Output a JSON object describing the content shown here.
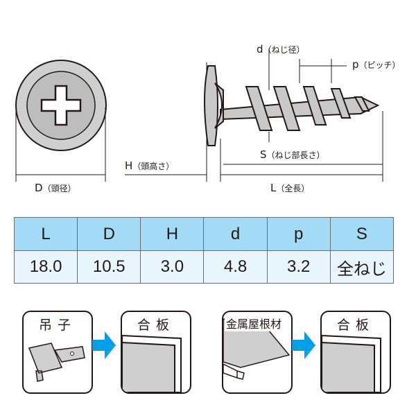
{
  "labels": {
    "d": "d",
    "d_note": "（ねじ径）",
    "p": "p",
    "p_note": "（ピッチ）",
    "S": "S",
    "S_note": "（ねじ部長さ）",
    "H": "H",
    "H_note": "（頭高さ）",
    "L": "L",
    "L_note": "（全長）",
    "D": "D",
    "D_note": "（頭径）"
  },
  "table": {
    "headers": [
      "L",
      "D",
      "H",
      "d",
      "p",
      "S"
    ],
    "values": [
      "18.0",
      "10.5",
      "3.0",
      "4.8",
      "3.2",
      "全ねじ"
    ]
  },
  "usage": [
    {
      "from": "吊子",
      "to": "合板"
    },
    {
      "from": "金属屋根材",
      "to": "合板"
    }
  ],
  "colors": {
    "header": "#a3daf5",
    "row": "#e8f5fc",
    "arrow": "#00a0e9"
  }
}
